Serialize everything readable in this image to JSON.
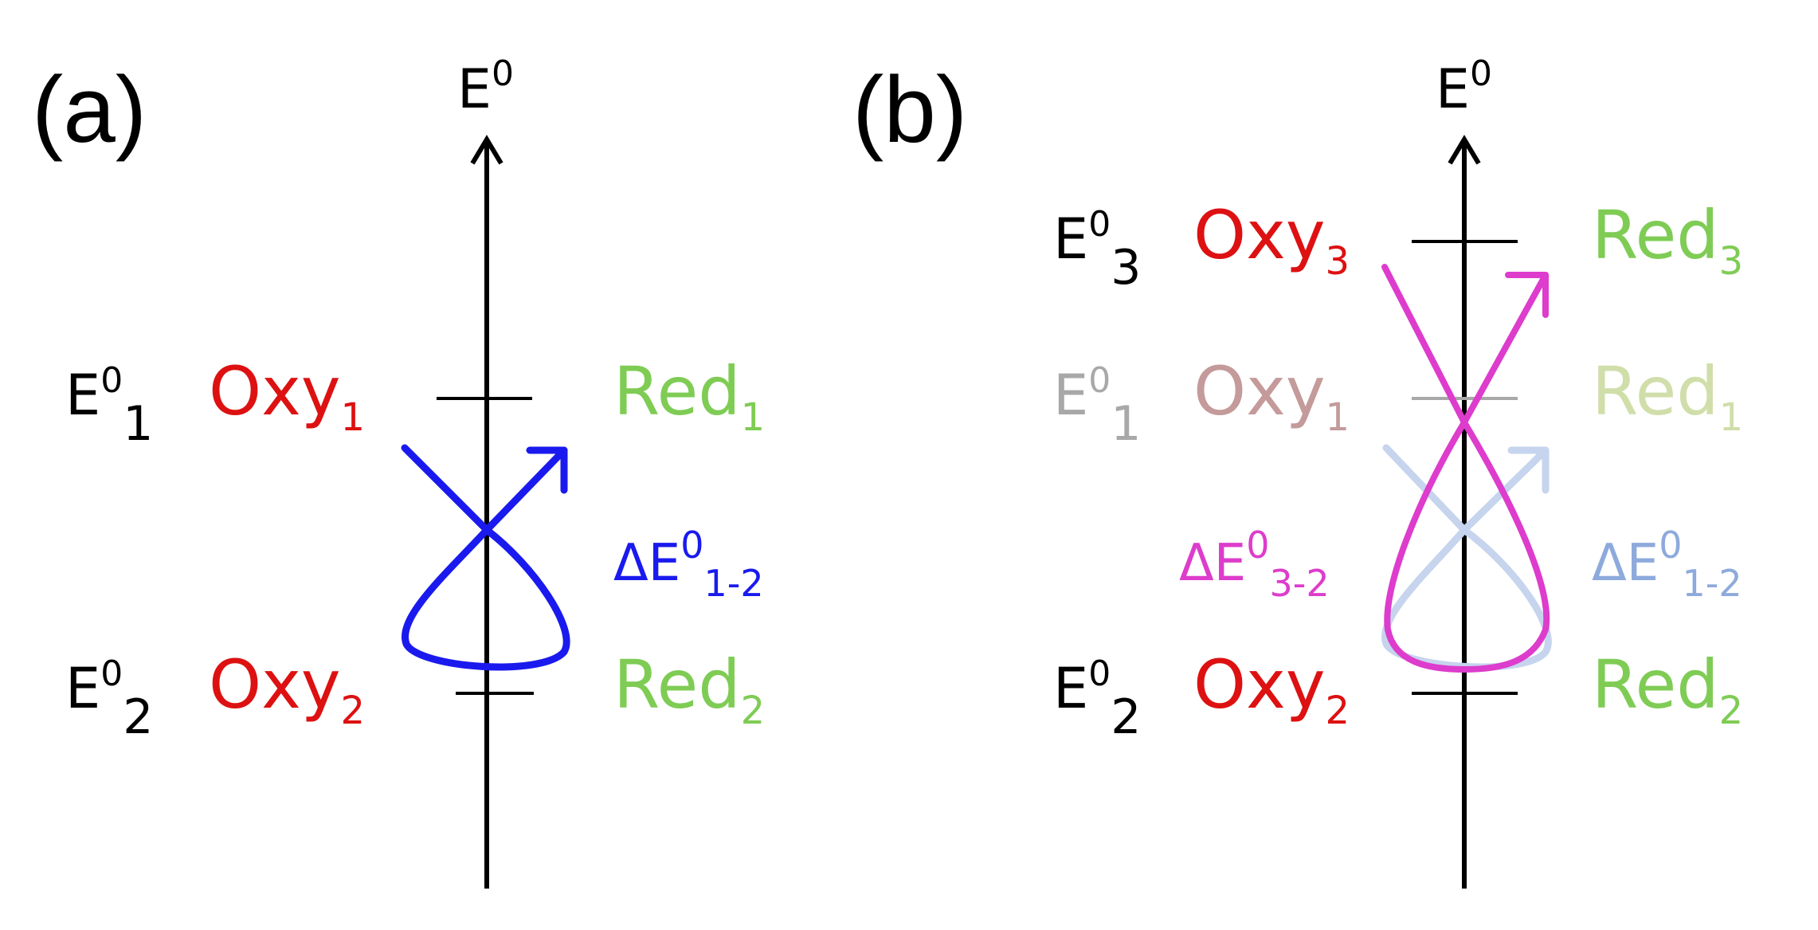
{
  "panels": [
    {
      "id": "a",
      "panel_label": "(a)",
      "axis_label": "E",
      "axis_label_sup": "0",
      "levels": [
        {
          "e": "E",
          "e_sup": "0",
          "e_sub": "1",
          "oxy": "Oxy",
          "oxy_sub": "1",
          "red": "Red",
          "red_sub": "1"
        },
        {
          "e": "E",
          "e_sup": "0",
          "e_sub": "2",
          "oxy": "Oxy",
          "oxy_sub": "2",
          "red": "Red",
          "red_sub": "2"
        }
      ],
      "delta": {
        "main": "ΔE",
        "sup": "0",
        "sub": "1-2"
      }
    },
    {
      "id": "b",
      "panel_label": "(b)",
      "axis_label": "E",
      "axis_label_sup": "0",
      "levels": [
        {
          "e": "E",
          "e_sup": "0",
          "e_sub": "3",
          "oxy": "Oxy",
          "oxy_sub": "3",
          "red": "Red",
          "red_sub": "3"
        },
        {
          "e": "E",
          "e_sup": "0",
          "e_sub": "1",
          "oxy": "Oxy",
          "oxy_sub": "1",
          "red": "Red",
          "red_sub": "1"
        },
        {
          "e": "E",
          "e_sup": "0",
          "e_sub": "2",
          "oxy": "Oxy",
          "oxy_sub": "2",
          "red": "Red",
          "red_sub": "2"
        }
      ],
      "delta_left": {
        "main": "ΔE",
        "sup": "0",
        "sub": "3-2"
      },
      "delta_right": {
        "main": "ΔE",
        "sup": "0",
        "sub": "1-2"
      }
    }
  ],
  "colors": {
    "axis": "#000000",
    "oxy": "#dd1111",
    "red": "#7fcc55",
    "loop_a": "#1a1aee",
    "loop_b": "#dd3ccc",
    "faded_text": "#a8a8a8",
    "faded_oxy": "#c49a9a",
    "faded_red": "#d0deaa",
    "faded_loop": "#c6d4ee",
    "faded_delta": "#8eaadc"
  }
}
